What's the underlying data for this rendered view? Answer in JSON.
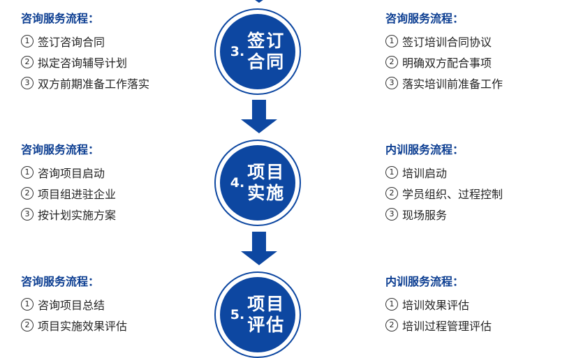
{
  "stages": [
    {
      "number": "3.",
      "line1": "签订",
      "line2": "合同",
      "left": {
        "title": "咨询服务流程：",
        "items": [
          {
            "num": "1",
            "text": "签订咨询合同"
          },
          {
            "num": "2",
            "text": "拟定咨询辅导计划"
          },
          {
            "num": "3",
            "text": "双方前期准备工作落实"
          }
        ]
      },
      "right": {
        "title": "咨询服务流程：",
        "items": [
          {
            "num": "1",
            "text": "签订培训合同协议"
          },
          {
            "num": "2",
            "text": "明确双方配合事项"
          },
          {
            "num": "3",
            "text": "落实培训前准备工作"
          }
        ]
      }
    },
    {
      "number": "4.",
      "line1": "项目",
      "line2": "实施",
      "left": {
        "title": "咨询服务流程：",
        "items": [
          {
            "num": "1",
            "text": "咨询项目启动"
          },
          {
            "num": "2",
            "text": "项目组进驻企业"
          },
          {
            "num": "3",
            "text": "按计划实施方案"
          }
        ]
      },
      "right": {
        "title": "内训服务流程：",
        "items": [
          {
            "num": "1",
            "text": "培训启动"
          },
          {
            "num": "2",
            "text": "学员组织、过程控制"
          },
          {
            "num": "3",
            "text": "现场服务"
          }
        ]
      }
    },
    {
      "number": "5.",
      "line1": "项目",
      "line2": "评估",
      "left": {
        "title": "咨询服务流程：",
        "items": [
          {
            "num": "1",
            "text": "咨询项目总结"
          },
          {
            "num": "2",
            "text": "项目实施效果评估"
          }
        ]
      },
      "right": {
        "title": "内训服务流程：",
        "items": [
          {
            "num": "1",
            "text": "培训效果评估"
          },
          {
            "num": "2",
            "text": "培训过程管理评估"
          }
        ]
      }
    }
  ],
  "colors": {
    "primary": "#0d47a1",
    "title": "#0b3d91",
    "text": "#222222"
  }
}
